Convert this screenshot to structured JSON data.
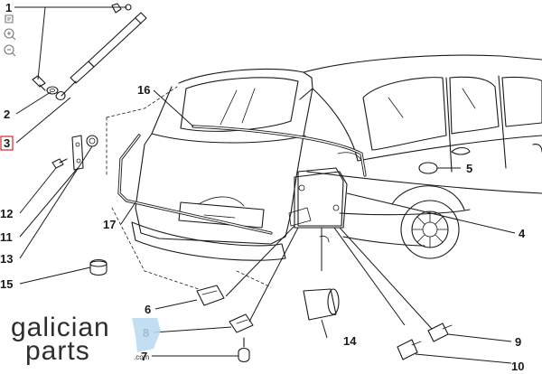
{
  "callouts": {
    "c1": "1",
    "c2": "2",
    "c3": "3",
    "c4": "4",
    "c5": "5",
    "c6": "6",
    "c7": "7",
    "c8": "8",
    "c9": "9",
    "c10": "10",
    "c11": "11",
    "c12": "12",
    "c13": "13",
    "c14": "14",
    "c15": "15",
    "c16": "16",
    "c17": "17"
  },
  "selected_callout": "3",
  "toolbar": {
    "fit_icon": "fit-page-icon",
    "zoom_in_icon": "zoom-in-icon",
    "zoom_out_icon": "zoom-out-icon"
  },
  "watermark": {
    "line1": "galician",
    "line2": "parts",
    "suffix": ".com"
  },
  "colors": {
    "line": "#1a1a1a",
    "selection": "#d62828",
    "watermark_accent": "#b9d8f0"
  }
}
